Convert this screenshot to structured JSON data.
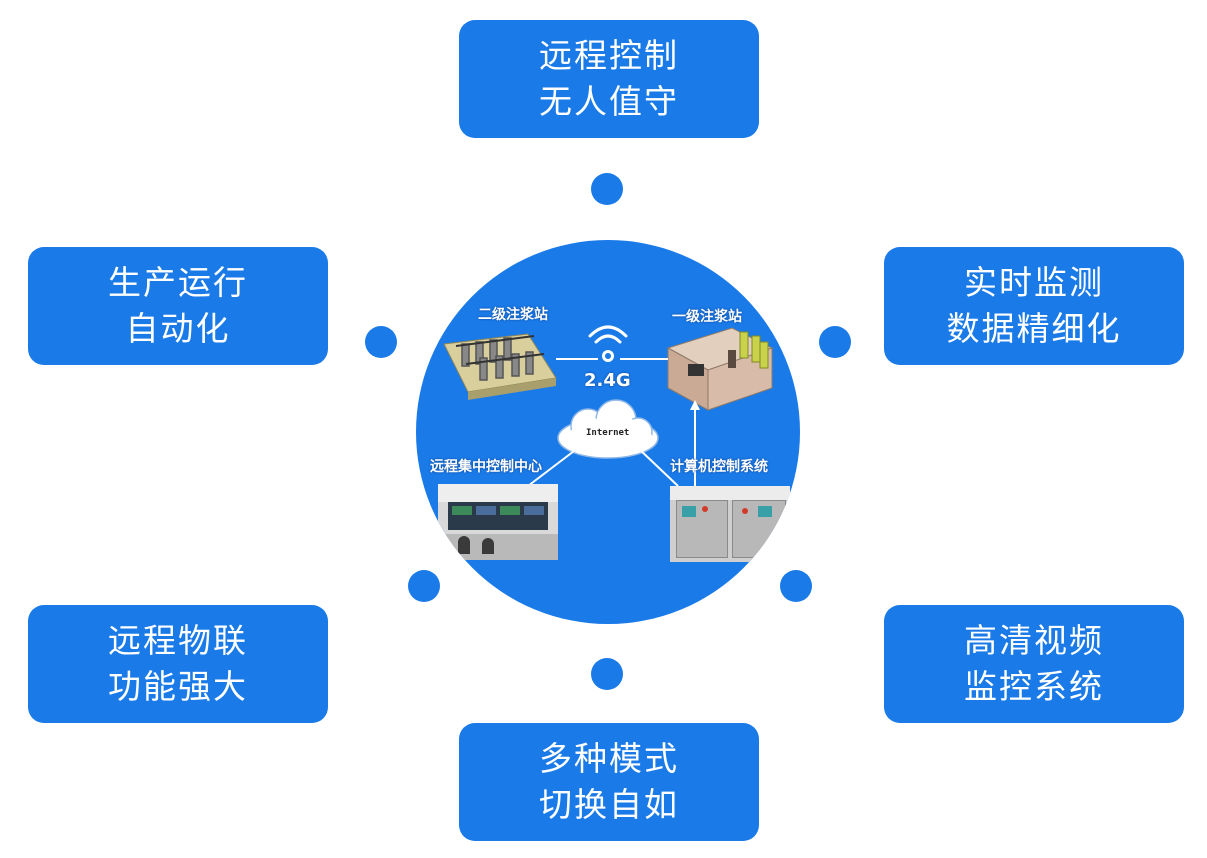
{
  "features": {
    "top": {
      "line1": "远程控制",
      "line2": "无人值守"
    },
    "left_upper": {
      "line1": "生产运行",
      "line2": "自动化"
    },
    "right_upper": {
      "line1": "实时监测",
      "line2": "数据精细化"
    },
    "left_lower": {
      "line1": "远程物联",
      "line2": "功能强大"
    },
    "right_lower": {
      "line1": "高清视频",
      "line2": "监控系统"
    },
    "bottom": {
      "line1": "多种模式",
      "line2": "切换自如"
    }
  },
  "hub": {
    "secondary_station": "二级注浆站",
    "primary_station": "一级注浆站",
    "wireless": "2.4G",
    "internet": "Internet",
    "remote_center": "远程集中控制中心",
    "computer_system": "计算机控制系统"
  },
  "colors": {
    "accent": "#1a7ae8",
    "text": "#ffffff"
  }
}
